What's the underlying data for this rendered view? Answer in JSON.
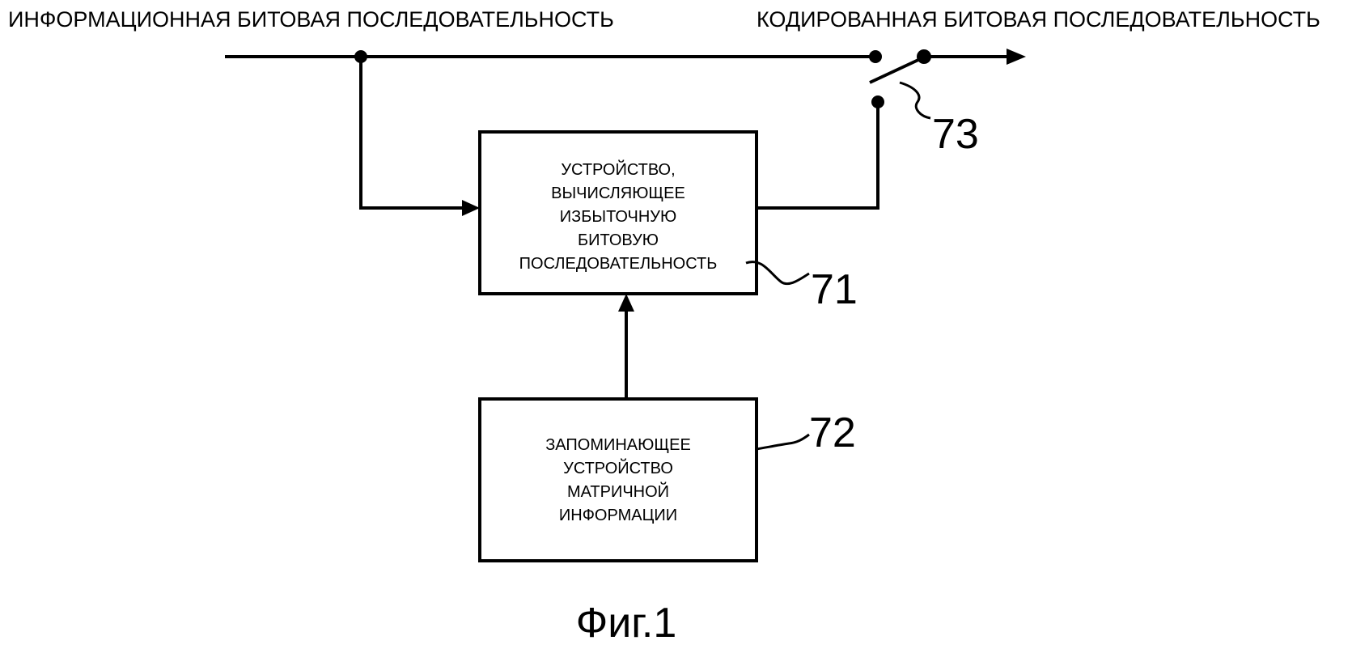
{
  "labels": {
    "input_sequence": "ИНФОРМАЦИОННАЯ БИТОВАЯ ПОСЛЕДОВАТЕЛЬНОСТЬ",
    "output_sequence": "КОДИРОВАННАЯ БИТОВАЯ ПОСЛЕДОВАТЕЛЬНОСТЬ"
  },
  "blocks": {
    "calculator": {
      "lines": [
        "УСТРОЙСТВО,",
        "ВЫЧИСЛЯЮЩЕЕ",
        "ИЗБЫТОЧНУЮ",
        "БИТОВУЮ",
        "ПОСЛЕДОВАТЕЛЬНОСТЬ"
      ],
      "ref": "71"
    },
    "memory": {
      "lines": [
        "ЗАПОМИНАЮЩЕЕ",
        "УСТРОЙСТВО",
        "МАТРИЧНОЙ",
        "ИНФОРМАЦИИ"
      ],
      "ref": "72"
    },
    "switch": {
      "ref": "73"
    }
  },
  "caption": "Фиг.1"
}
